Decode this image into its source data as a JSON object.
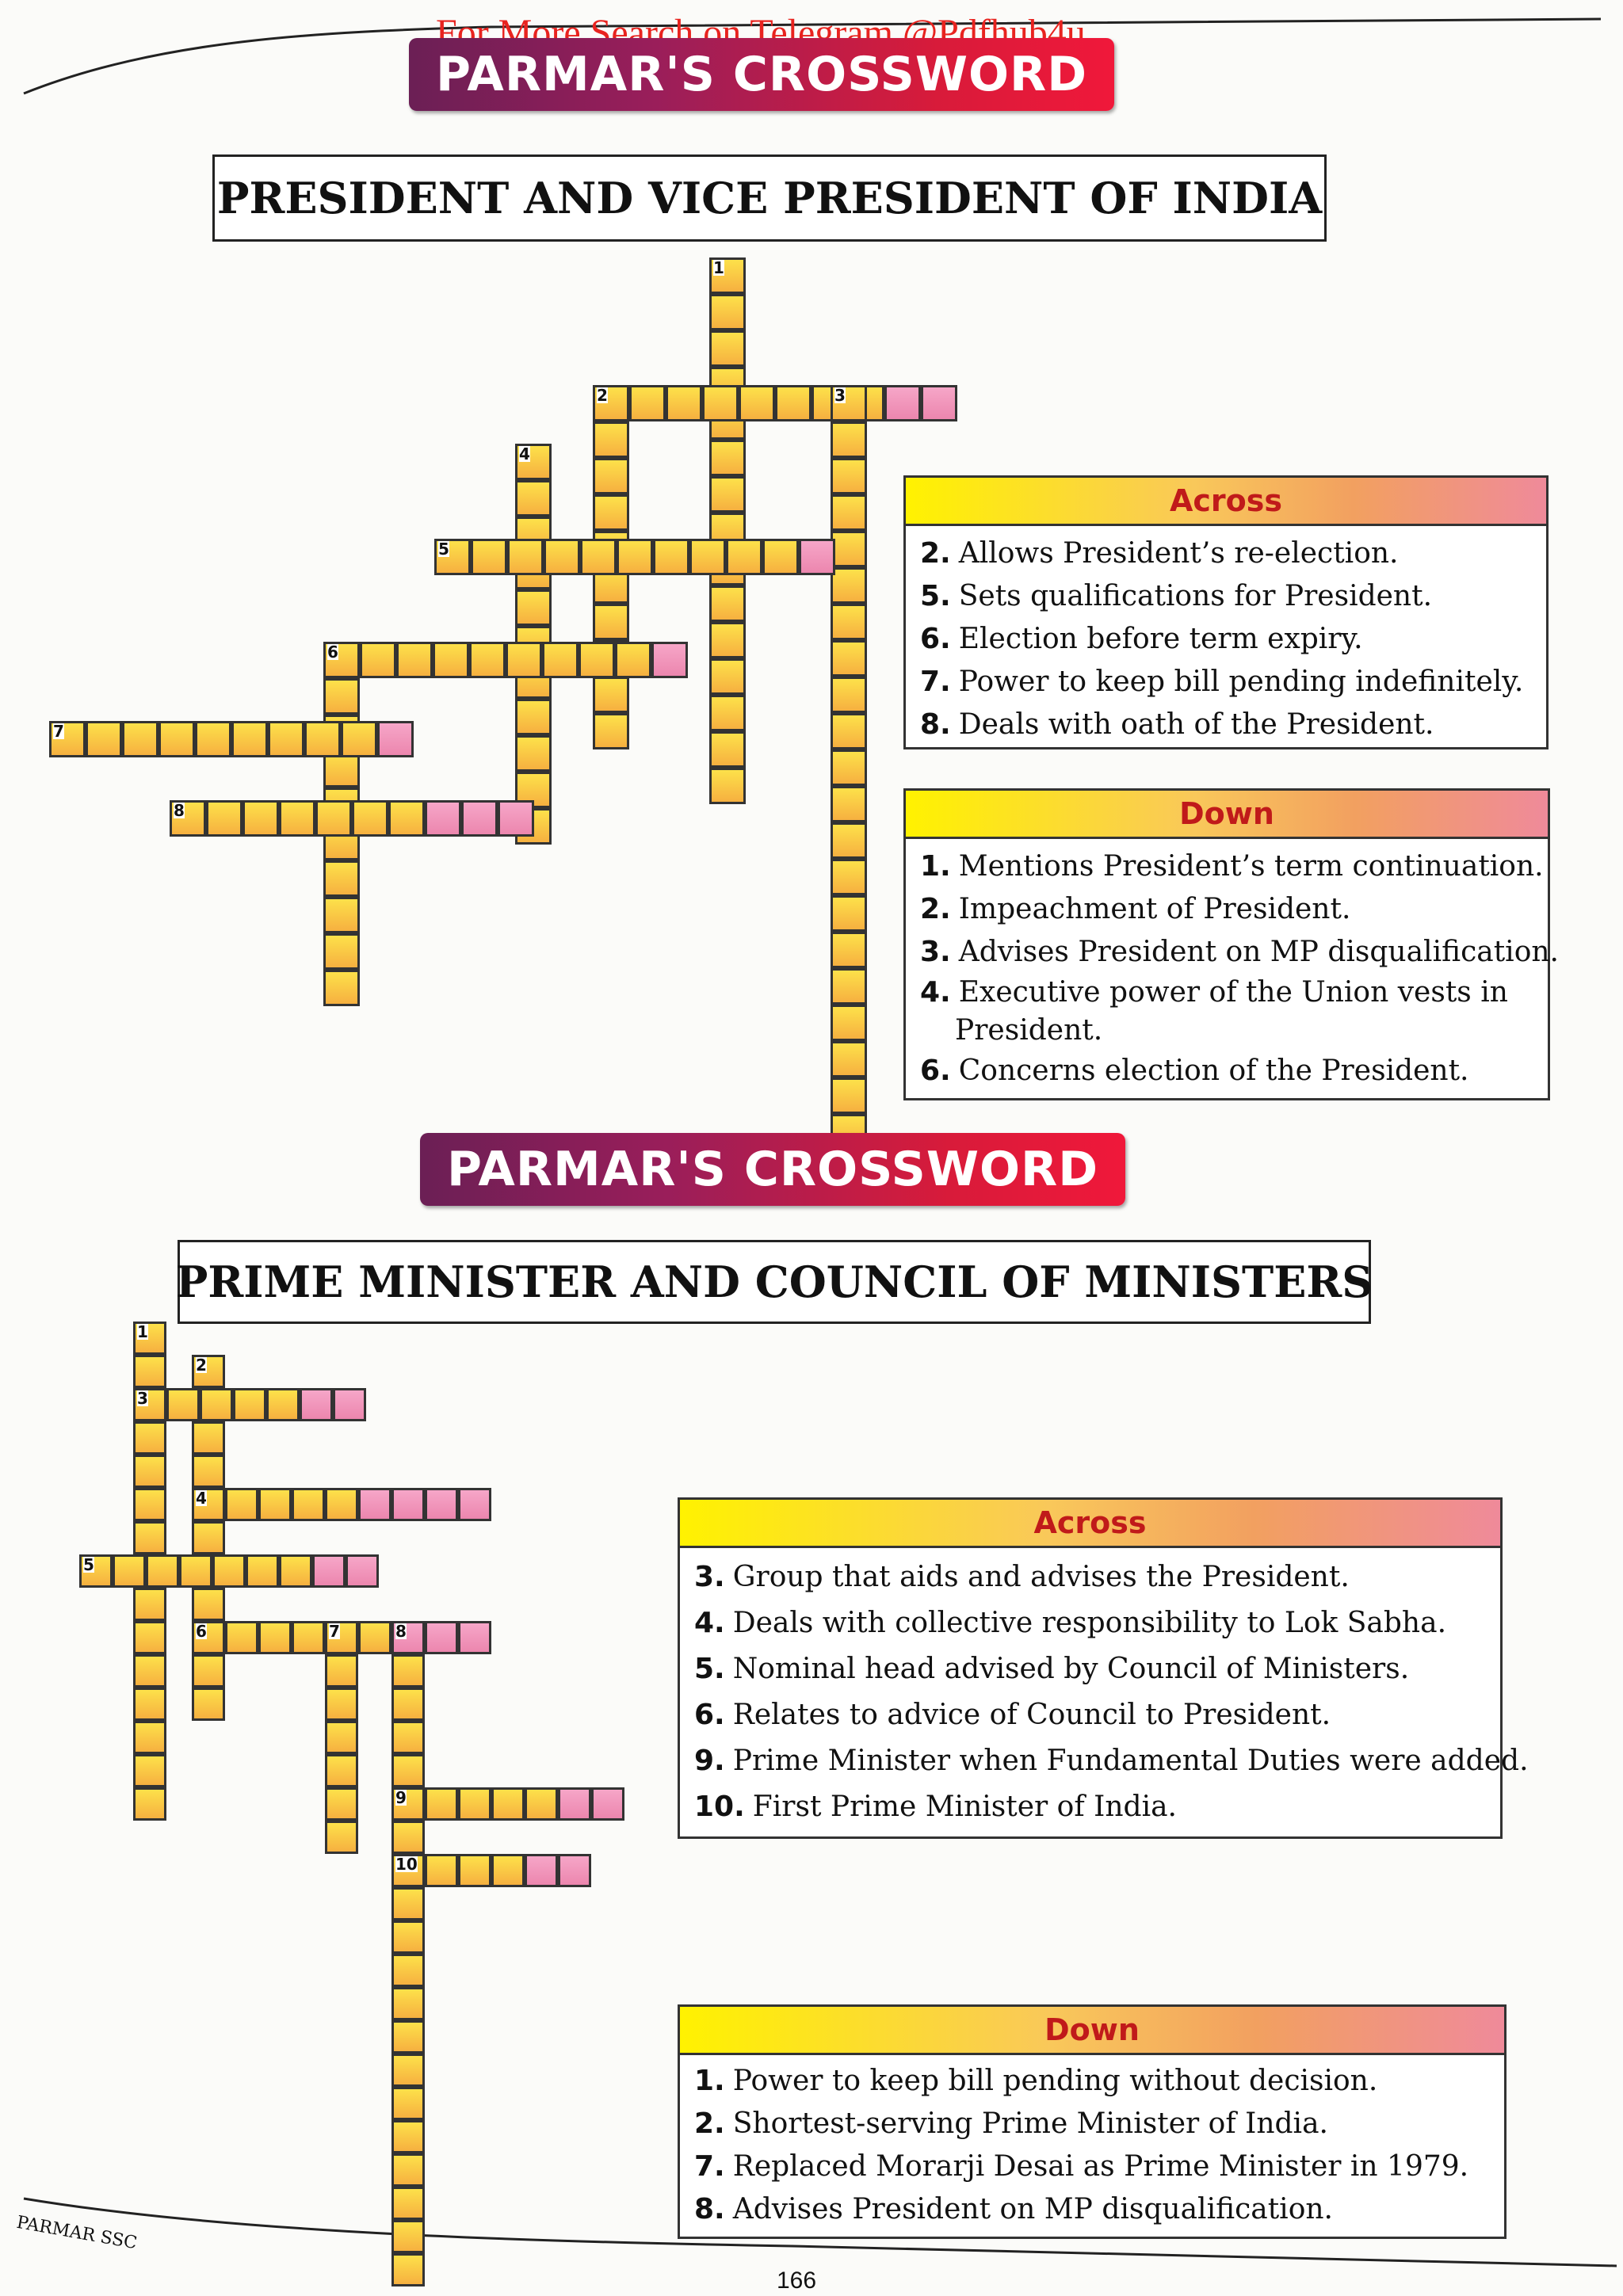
{
  "watermark": "For More Search on Telegram @Pdfhub4u",
  "puzzle1": {
    "banner": "PARMAR'S CROSSWORD",
    "subtitle": "PRESIDENT AND VICE PRESIDENT OF INDIA",
    "across": {
      "heading": "Across",
      "clues": [
        {
          "num": "2.",
          "text": "Allows President’s re-election."
        },
        {
          "num": "5.",
          "text": "Sets qualifications for President."
        },
        {
          "num": "6.",
          "text": "Election before term expiry."
        },
        {
          "num": "7.",
          "text": "Power to keep bill pending indefinitely."
        },
        {
          "num": "8.",
          "text": "Deals with oath of the President."
        }
      ]
    },
    "down": {
      "heading": "Down",
      "clues": [
        {
          "num": "1.",
          "text": "Mentions President’s term continuation."
        },
        {
          "num": "2.",
          "text": "Impeachment of President."
        },
        {
          "num": "3.",
          "text": "Advises President on MP disqualification."
        },
        {
          "num": "4.",
          "text": "Executive power of the Union vests in",
          "cont": "President."
        },
        {
          "num": "6.",
          "text": "Concerns election of the President."
        }
      ]
    }
  },
  "puzzle2": {
    "banner": "PARMAR'S CROSSWORD",
    "subtitle": "PRIME MINISTER AND COUNCIL OF MINISTERS",
    "across": {
      "heading": "Across",
      "clues": [
        {
          "num": "3.",
          "text": "Group that aids and advises the President."
        },
        {
          "num": "4.",
          "text": "Deals with collective responsibility to Lok Sabha."
        },
        {
          "num": "5.",
          "text": "Nominal head advised by Council of Ministers."
        },
        {
          "num": "6.",
          "text": "Relates to advice of Council to President."
        },
        {
          "num": "9.",
          "text": "Prime Minister when Fundamental Duties were added."
        },
        {
          "num": "10.",
          "text": "First Prime Minister of India."
        }
      ]
    },
    "down": {
      "heading": "Down",
      "clues": [
        {
          "num": "1.",
          "text": "Power to keep bill pending without decision."
        },
        {
          "num": "2.",
          "text": "Shortest-serving Prime Minister of India."
        },
        {
          "num": "7.",
          "text": "Replaced Morarji Desai as Prime Minister in 1979."
        },
        {
          "num": "8.",
          "text": "Advises President on MP disqualification."
        }
      ]
    }
  },
  "grid1_numbers": [
    "1",
    "2",
    "3",
    "4",
    "5",
    "6",
    "7",
    "8"
  ],
  "grid2_numbers": [
    "1",
    "2",
    "3",
    "4",
    "5",
    "6",
    "7",
    "8",
    "9",
    "10"
  ],
  "footer": {
    "brand": "PARMAR SSC",
    "page": "166"
  }
}
